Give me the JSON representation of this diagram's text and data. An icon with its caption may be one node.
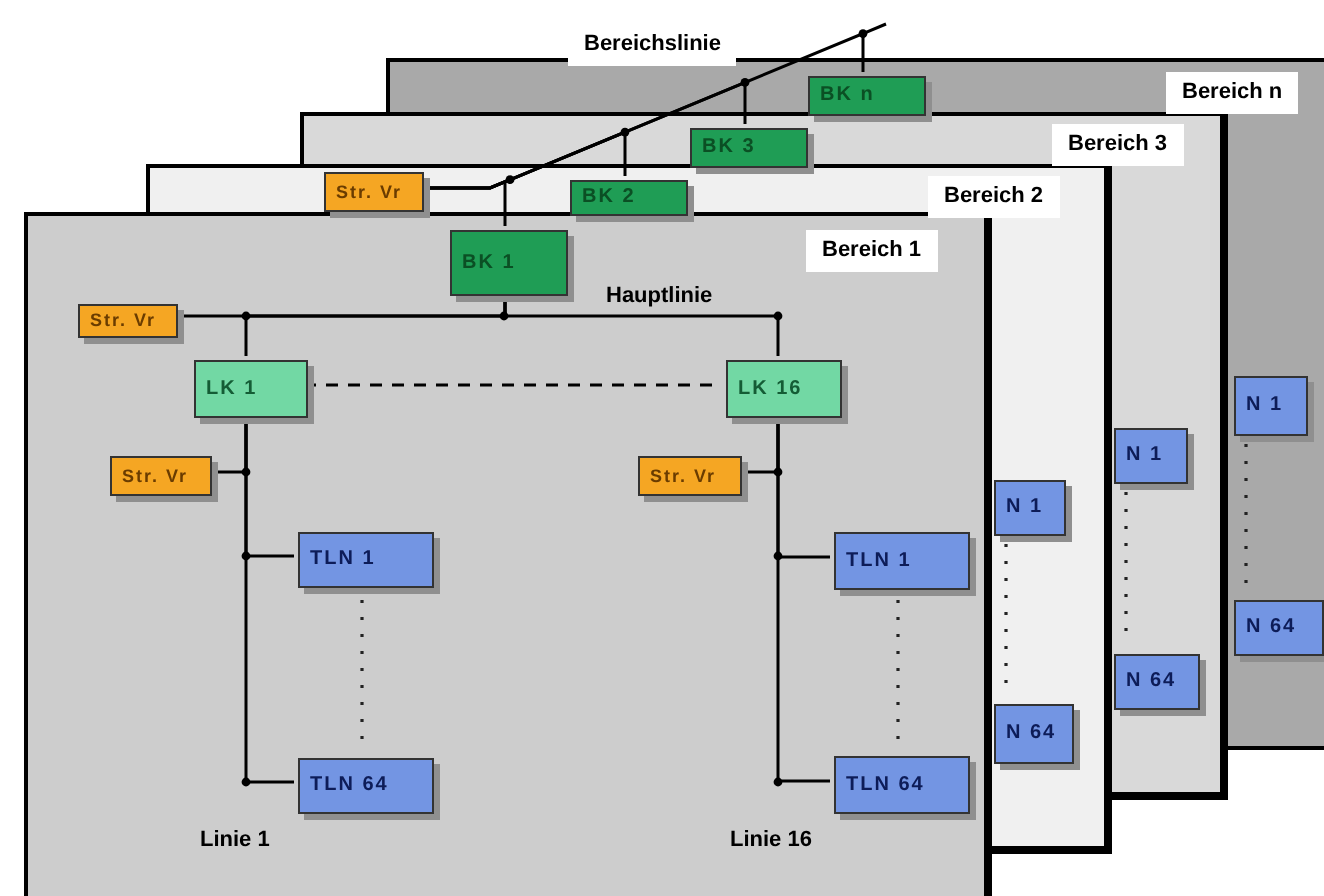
{
  "diagram": {
    "nodes": [
      {
        "text": [
          "Bereich n"
        ]
      },
      {
        "text": [
          "Bereich 3"
        ]
      },
      {
        "text": [
          "Bereich 2"
        ]
      },
      {
        "text": [
          "Bereich 1"
        ]
      },
      {
        "text": [
          "Str. Vr"
        ],
        "in": 2
      },
      {
        "text": [
          "BK 1"
        ],
        "in": 3
      },
      {
        "text": [
          "BK 2"
        ],
        "in": 2
      },
      {
        "text": [
          "BK 3"
        ],
        "in": 1
      },
      {
        "text": [
          "BK n"
        ],
        "in": 0
      },
      {
        "text": [
          "Str. Vr"
        ],
        "in": 3
      },
      {
        "text": [
          "LK 1"
        ],
        "in": 3
      },
      {
        "text": [
          "LK 16"
        ],
        "in": 3
      },
      {
        "text": [
          "Str. Vr"
        ],
        "in": 3
      },
      {
        "text": [
          "TLN 1"
        ],
        "in": 3
      },
      {
        "text": [
          "TLN 64"
        ],
        "in": 3
      },
      {
        "text": [
          "Str. Vr"
        ],
        "in": 3
      },
      {
        "text": [
          "TLN 1"
        ],
        "in": 3
      },
      {
        "text": [
          "TLN 64"
        ],
        "in": 3
      },
      {
        "text": [
          "N 1"
        ]
      },
      {
        "text": [
          "N 64"
        ]
      },
      {
        "text": [
          "N 1"
        ]
      },
      {
        "text": [
          "N 64"
        ]
      },
      {
        "text": [
          "N 1"
        ]
      },
      {
        "text": [
          "N 64"
        ]
      }
    ],
    "edges": [
      {
        "from": 4,
        "to": 5,
        "arrow": "none"
      },
      {
        "from": 4,
        "to": 6,
        "arrow": "none"
      },
      {
        "from": 4,
        "to": 7,
        "arrow": "none"
      },
      {
        "from": 4,
        "to": 8,
        "arrow": "none"
      },
      {
        "from": 9,
        "to": 5,
        "arrow": "none"
      },
      {
        "from": 5,
        "to": 10,
        "arrow": "none"
      },
      {
        "from": 5,
        "to": 11,
        "arrow": "none"
      },
      {
        "from": 10,
        "to": 11,
        "arrow": "none",
        "style": "dashed"
      },
      {
        "from": 12,
        "to": 10,
        "arrow": "none"
      },
      {
        "from": 10,
        "to": 13,
        "arrow": "none"
      },
      {
        "from": 10,
        "to": 14,
        "arrow": "none"
      },
      {
        "from": 15,
        "to": 11,
        "arrow": "none"
      },
      {
        "from": 11,
        "to": 16,
        "arrow": "none"
      },
      {
        "from": 11,
        "to": 17,
        "arrow": "none"
      }
    ],
    "labels": [
      "Bereichslinie",
      "Hauptlinie",
      "Linie 1",
      "Linie 16"
    ]
  }
}
